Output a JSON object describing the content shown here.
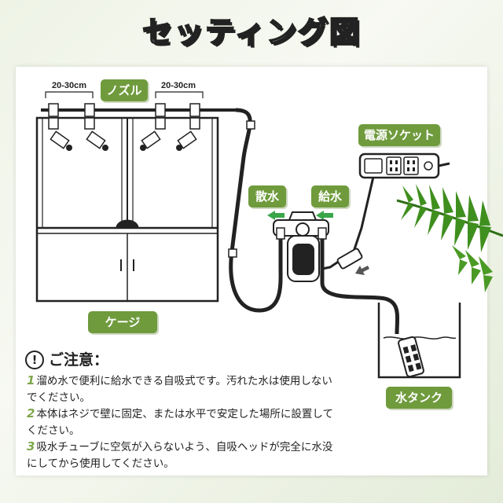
{
  "title": "セッティング図",
  "labels": {
    "nozzle": "ノズル",
    "distance_left": "20-30cm",
    "distance_right": "20-30cm",
    "cage": "ケージ",
    "power_socket": "電源ソケット",
    "spray": "散水",
    "supply": "給水",
    "water_tank": "水タンク"
  },
  "notes": {
    "icon": "!",
    "heading": "ご注意：",
    "items": [
      {
        "num": "1",
        "text": "溜め水で便利に給水できる自吸式です。汚れた水は使用しないでください。"
      },
      {
        "num": "2",
        "text": "本体はネジで壁に固定、または水平で安定した場所に設置してください。"
      },
      {
        "num": "3",
        "text": "吸水チューブに空気が入らないよう、自吸ヘッドが完全に水没にしてから使用してください。"
      }
    ]
  },
  "colors": {
    "label_green": "#6f9b3d",
    "arrow_green": "#3aa64a",
    "leaf_green": "#3f8f1e"
  }
}
